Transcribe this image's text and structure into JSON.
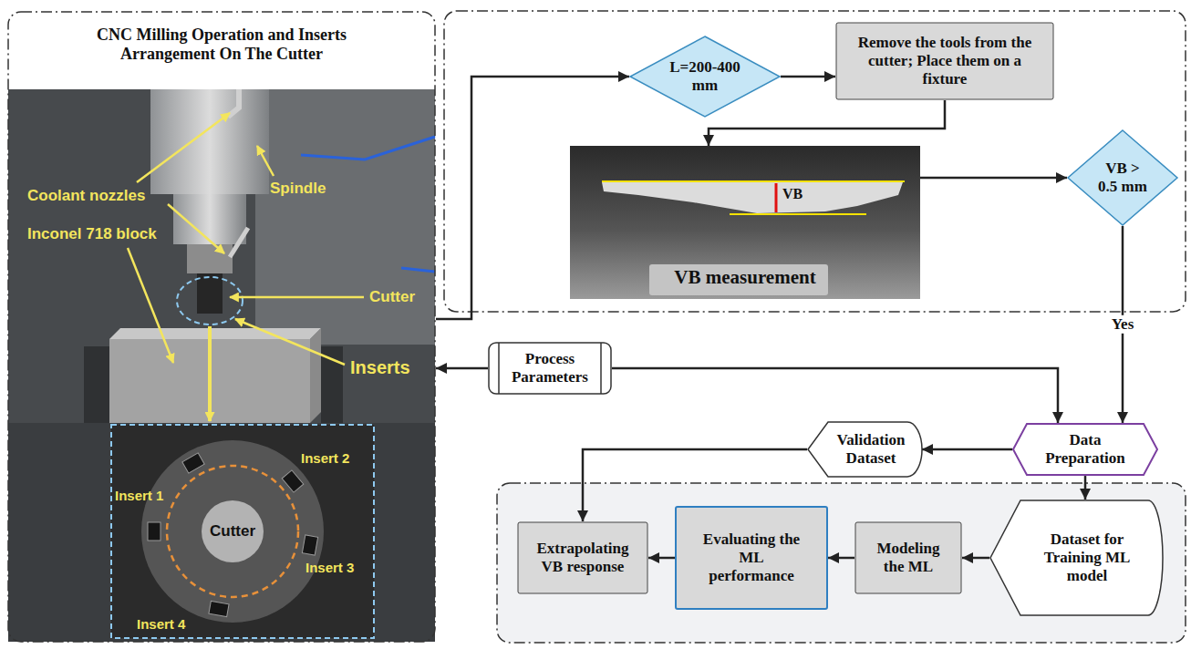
{
  "diagram": {
    "nodes": [
      {
        "text": [
          "CNC Milling Operation and Inserts Arrangement On The Cutter"
        ]
      },
      {
        "text": [
          "L=200-400 mm"
        ]
      },
      {
        "text": [
          "Remove the tools from the cutter; Place them on a fixture"
        ]
      },
      {
        "text": [
          "VB",
          "VB measurement"
        ]
      },
      {
        "text": [
          "VB > 0.5 mm"
        ]
      },
      {
        "text": [
          "Process Parameters"
        ]
      },
      {
        "text": [
          "Data Preparation"
        ]
      },
      {
        "text": [
          "Validation Dataset"
        ]
      },
      {
        "text": [
          "Dataset for Training ML model"
        ]
      },
      {
        "text": [
          "Modeling the ML"
        ]
      },
      {
        "text": [
          "Evaluating the ML performance"
        ]
      },
      {
        "text": [
          "Extrapolating VB response"
        ]
      }
    ],
    "edges": [
      {
        "from": 0,
        "to": 1,
        "arrow": "to"
      },
      {
        "from": 1,
        "to": 2,
        "arrow": "to"
      },
      {
        "from": 2,
        "to": 3,
        "arrow": "to"
      },
      {
        "from": 3,
        "to": 4,
        "arrow": "to"
      },
      {
        "from": 4,
        "to": 6,
        "label": "Yes",
        "arrow": "to"
      },
      {
        "from": 5,
        "to": 0,
        "arrow": "to"
      },
      {
        "from": 5,
        "to": 6,
        "arrow": "to"
      },
      {
        "from": 6,
        "to": 7,
        "arrow": "to"
      },
      {
        "from": 6,
        "to": 8,
        "arrow": "to"
      },
      {
        "from": 7,
        "to": 11,
        "arrow": "to"
      },
      {
        "from": 8,
        "to": 9,
        "arrow": "to"
      },
      {
        "from": 9,
        "to": 10,
        "arrow": "to"
      },
      {
        "from": 10,
        "to": 11,
        "arrow": "to"
      }
    ],
    "labels": [
      "Spindle",
      "Coolant nozzles",
      "Inconel 718 block",
      "Cutter",
      "Inserts",
      "Insert 2",
      "Insert 1",
      "Cutter",
      "Insert 3",
      "Insert 4"
    ]
  }
}
